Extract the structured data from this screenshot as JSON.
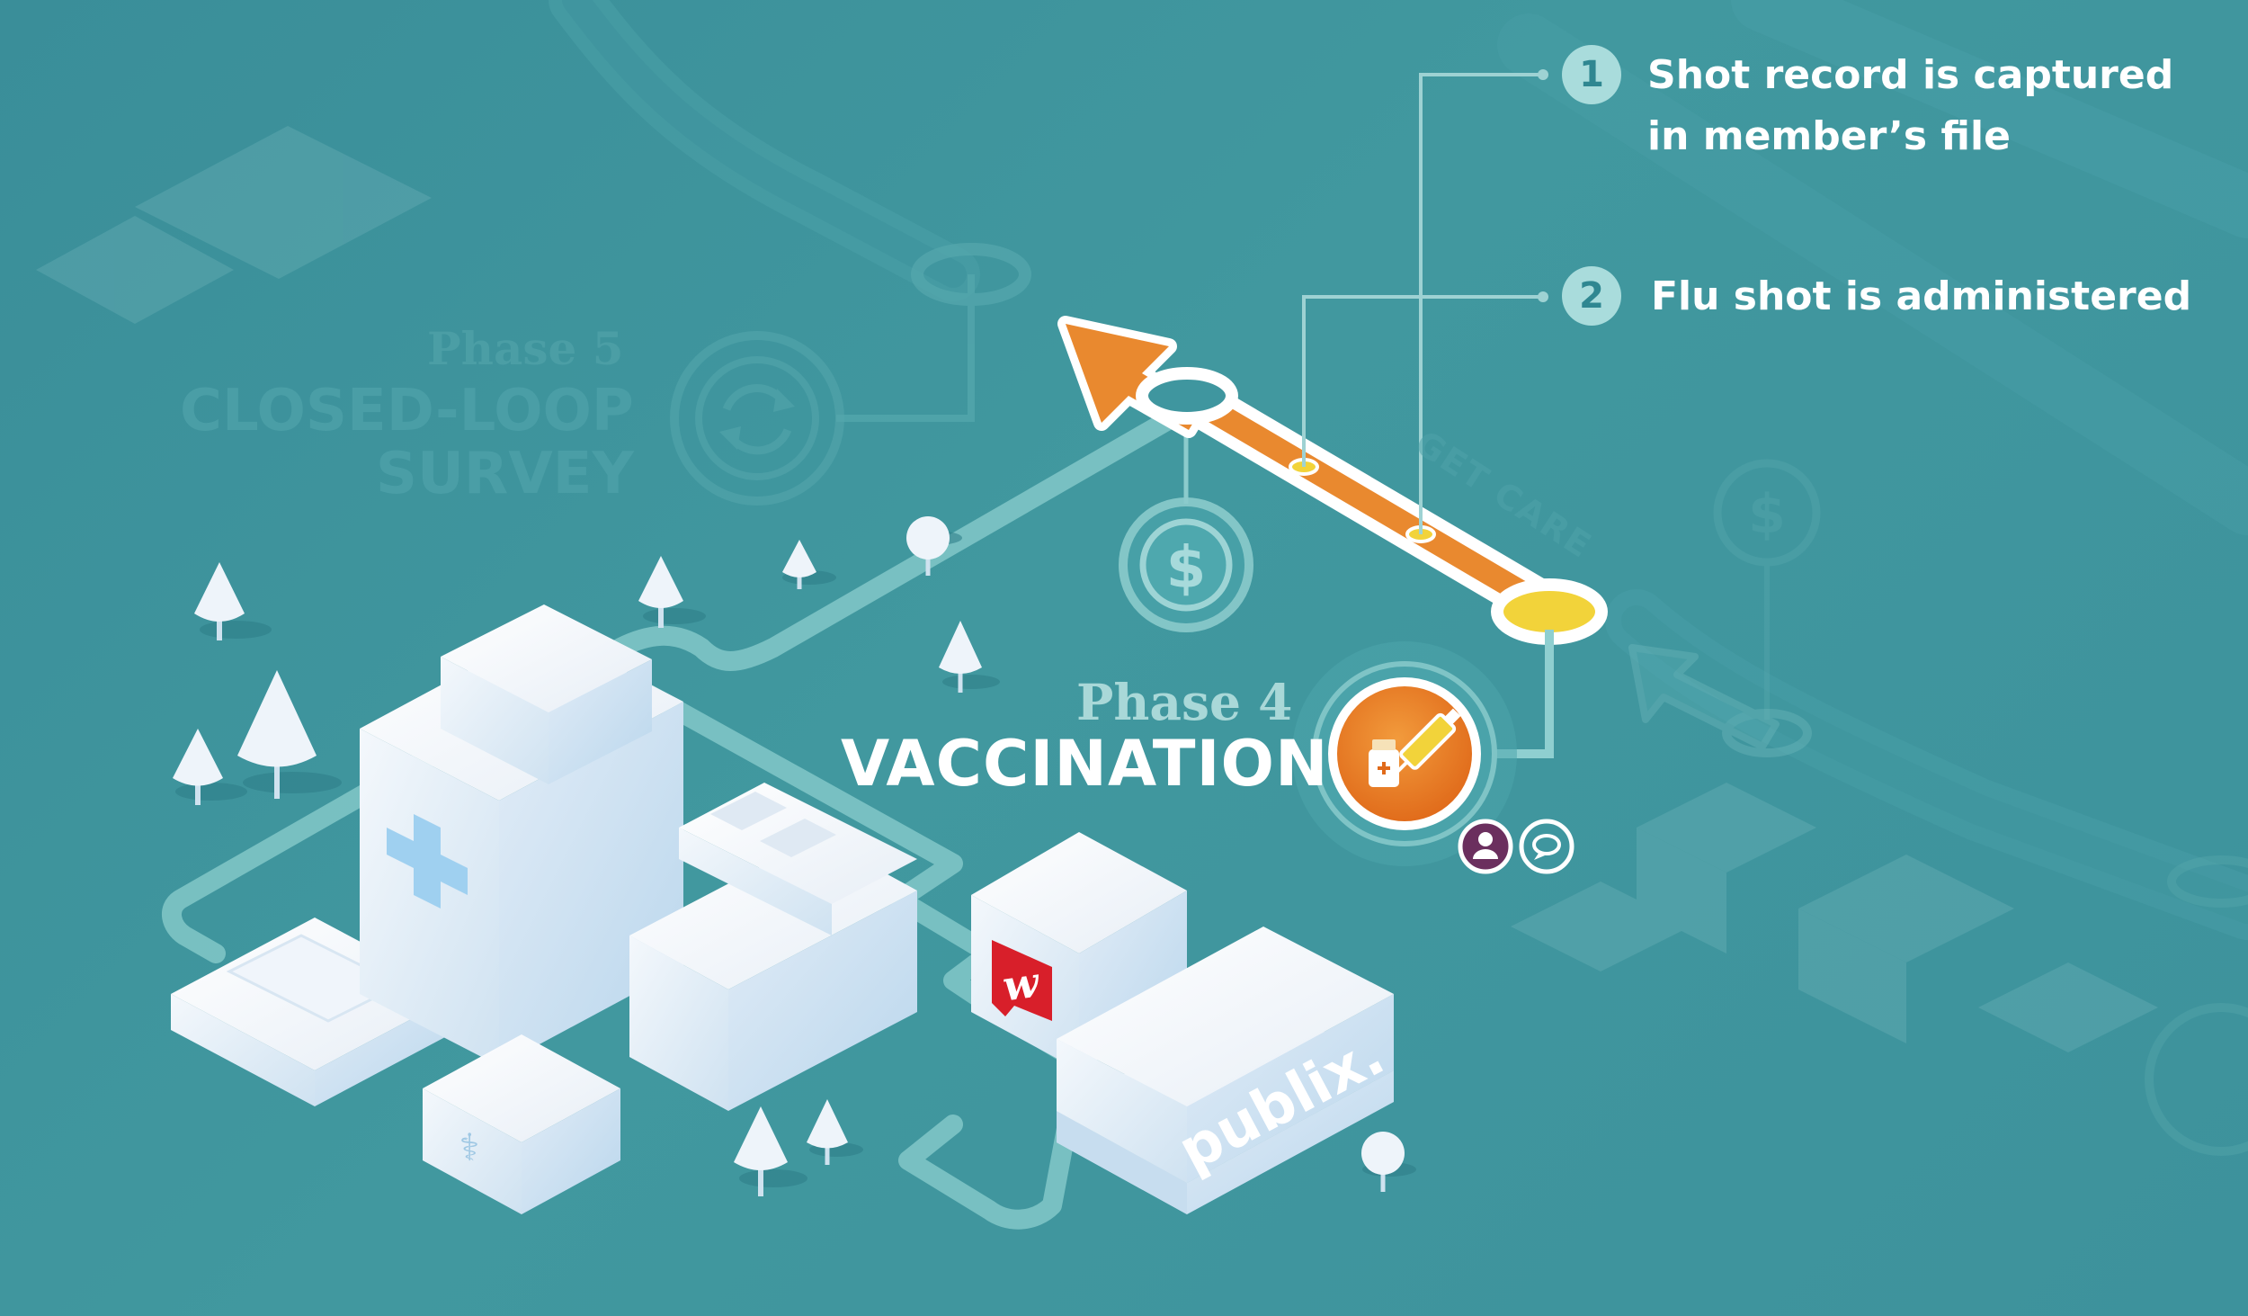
{
  "phase5": {
    "label": "Phase 5",
    "title_line1": "CLOSED-LOOP",
    "title_line2": "SURVEY"
  },
  "phase4": {
    "label": "Phase 4",
    "title": "VACCINATION"
  },
  "steps": [
    {
      "number": "1",
      "text": "Shot record is captured in member’s file"
    },
    {
      "number": "2",
      "text": "Flu shot is administered"
    }
  ],
  "background_road_label": "GET CARE",
  "brands": {
    "pharmacy_logo_letter": "w",
    "grocery": "publix."
  },
  "icons": {
    "phase5": "refresh-icon",
    "cost": "dollar-icon",
    "vaccine": "syringe-vial-icon",
    "person": "person-icon",
    "chat": "chat-bubble-icon"
  },
  "colors": {
    "background": "#3f959f",
    "road": "#8fcfd0",
    "active_path": "#e9892f",
    "marker": "#f2d33a",
    "vaccine_badge": "#e8741f",
    "pharmacy_red": "#d81f2a",
    "step_badge": "#a9dcdc",
    "person_badge": "#6b2f5e"
  }
}
